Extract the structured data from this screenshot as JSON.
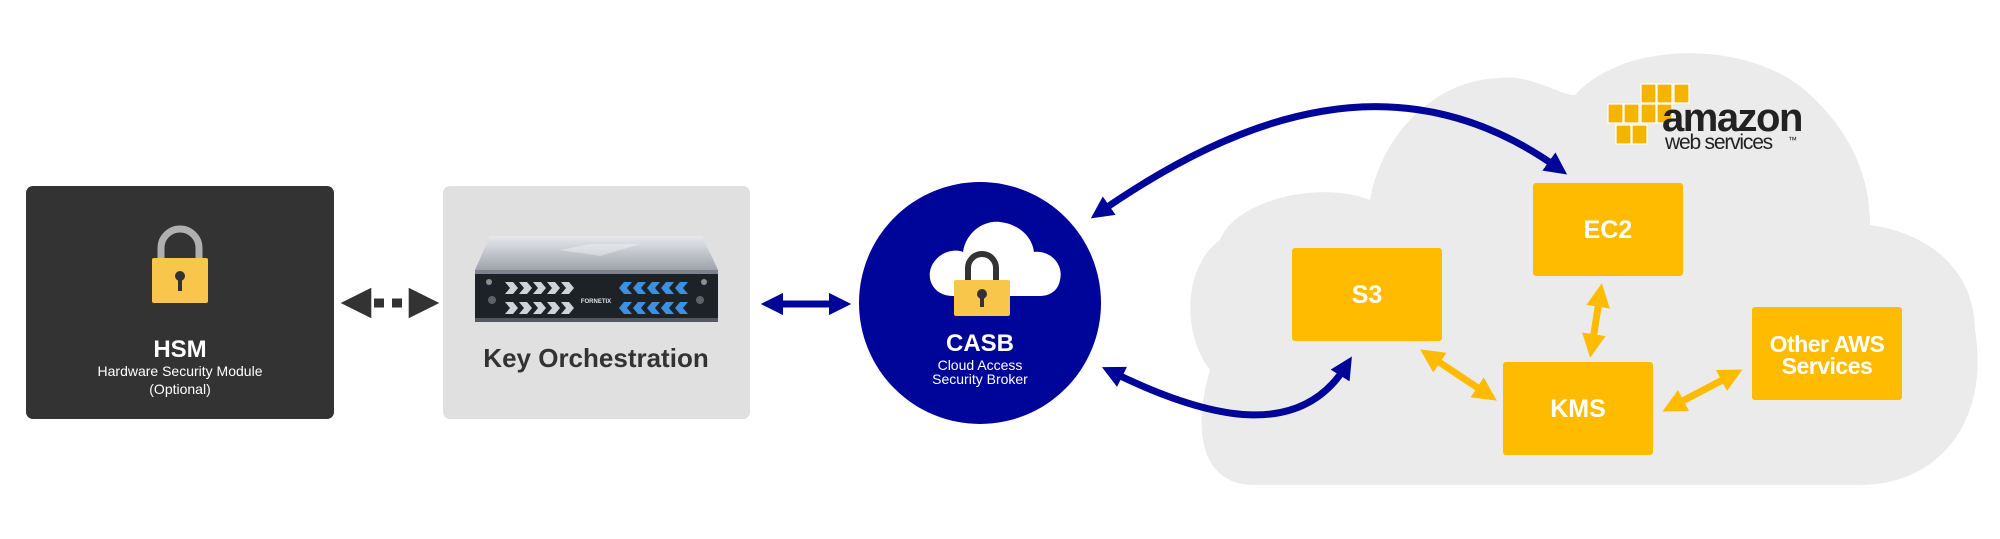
{
  "colors": {
    "hsm_bg": "#333333",
    "key_bg": "#e0e0e0",
    "casb_blue": "#00059a",
    "aws_yellow": "#ffbb00",
    "cloud_gray": "#ebebeb",
    "lock_yellow": "#f7c64b",
    "lock_shackle": "#b0b0b0",
    "text_dark": "#333333",
    "white": "#ffffff"
  },
  "hsm": {
    "title": "HSM",
    "subtitle_line1": "Hardware Security Module",
    "subtitle_line2": "(Optional)",
    "icon": "padlock-icon"
  },
  "key_orchestration": {
    "title": "Key Orchestration",
    "device_brand": "FORNETIX",
    "icon": "server-appliance-icon"
  },
  "casb": {
    "title": "CASB",
    "subtitle_line1": "Cloud Access",
    "subtitle_line2": "Security Broker",
    "icon": "cloud-lock-icon"
  },
  "aws": {
    "logo_line1": "amazon",
    "logo_line2": "web services",
    "logo_mark": "™",
    "boxes": {
      "s3": "S3",
      "ec2": "EC2",
      "kms": "KMS",
      "other_line1": "Other AWS",
      "other_line2": "Services"
    }
  }
}
